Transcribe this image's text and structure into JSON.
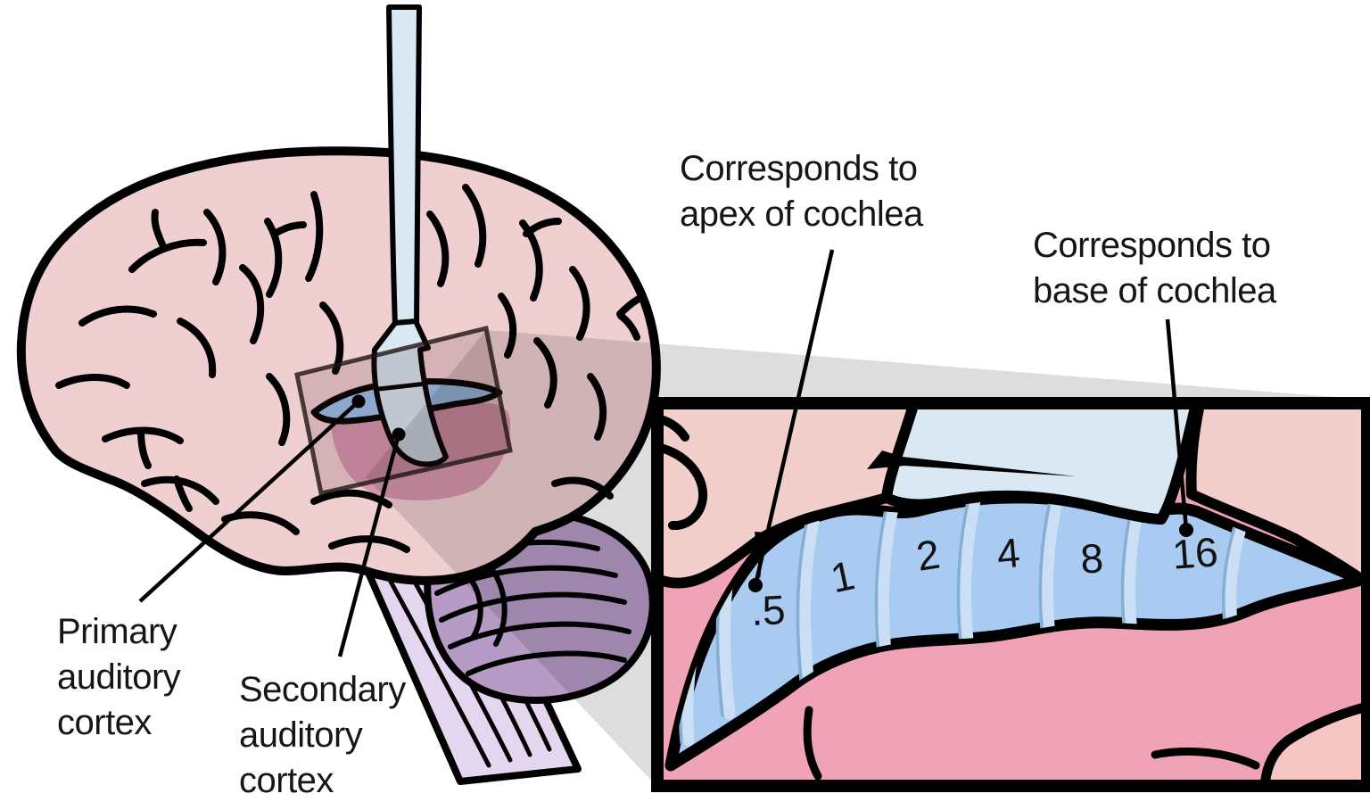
{
  "labels": {
    "apex": {
      "lines": [
        "Corresponds to",
        "apex of cochlea"
      ]
    },
    "base": {
      "lines": [
        "Corresponds to",
        "base of cochlea"
      ]
    },
    "primary": {
      "lines": [
        "Primary",
        "auditory",
        "cortex"
      ]
    },
    "secondary": {
      "lines": [
        "Secondary",
        "auditory",
        "cortex"
      ]
    }
  },
  "inset": {
    "frequency_bands": [
      ".5",
      "1",
      "2",
      "4",
      "8",
      "16"
    ]
  },
  "colors": {
    "brain": "#f0cfd1",
    "cerebellum": "#b79bc7",
    "brainstem": "#e4d6ef",
    "probe": "#d9e8f2",
    "band_blue": "#a9cbf1",
    "band_ridge_light": "#cbdff4",
    "band_ridge_dark": "#85aed5",
    "primary_blue": "#9cc2ec",
    "secondary_pink": "#d896ae",
    "inset_light_pink": "#f3cfcb",
    "inset_dark_pink": "#f0a2b6",
    "inset_corner_pink": "#f5c6c4",
    "callout_gray": "#dcdcdc",
    "outline": "#000000"
  }
}
